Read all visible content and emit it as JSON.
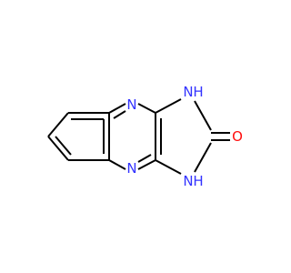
{
  "structure": {
    "atoms": [
      {
        "id": "N_top",
        "symbol": "N",
        "color": "#3333ff"
      },
      {
        "id": "N_bottom",
        "symbol": "N",
        "color": "#3333ff"
      },
      {
        "id": "NH_top",
        "symbol": "N",
        "h": "H",
        "color": "#3333ff"
      },
      {
        "id": "NH_bottom",
        "symbol": "N",
        "h": "H",
        "color": "#3333ff"
      },
      {
        "id": "O",
        "symbol": "O",
        "color": "#ff0d0d"
      }
    ],
    "bond_color": "#000000"
  }
}
